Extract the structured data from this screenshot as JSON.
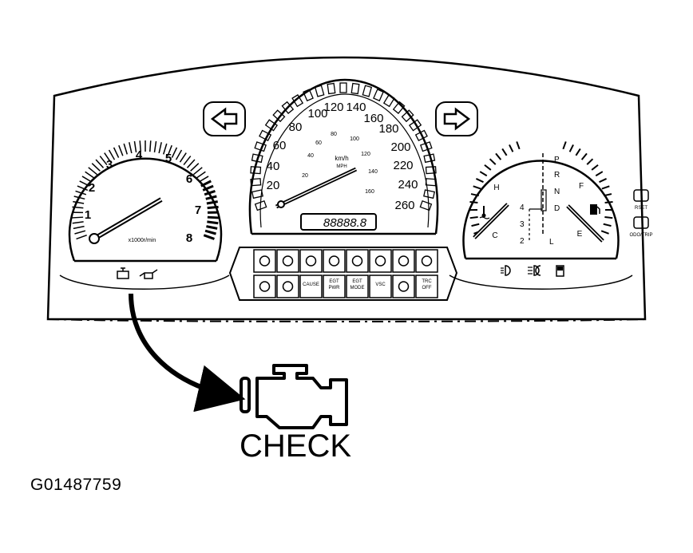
{
  "figure_id": "G01487759",
  "callout_label": "CHECK",
  "tachometer": {
    "ticks": [
      "1",
      "2",
      "3",
      "4",
      "5",
      "6",
      "7",
      "8"
    ],
    "unit": "x1000r/min"
  },
  "speedometer": {
    "outer_ticks": [
      "20",
      "40",
      "60",
      "80",
      "100",
      "120",
      "140",
      "160",
      "180",
      "200",
      "220",
      "240",
      "260"
    ],
    "inner_ticks": [
      "20",
      "40",
      "60",
      "80",
      "100",
      "120",
      "140",
      "160"
    ],
    "unit_top": "km/h",
    "unit_bottom": "MPH",
    "odometer": "88888.8"
  },
  "temp_gauge": {
    "high": "H",
    "low": "C"
  },
  "fuel_gauge": {
    "full": "F",
    "empty": "E"
  },
  "gear_indicator": {
    "right": [
      "P",
      "R",
      "N",
      "D",
      "L"
    ],
    "left": [
      "4",
      "3",
      "2"
    ]
  },
  "right_buttons": [
    "RSET",
    "ODO/TRIP"
  ],
  "warning_lights": {
    "top_row": [
      "",
      "",
      "",
      "",
      "",
      "",
      "",
      ""
    ],
    "bottom_row": [
      "",
      "",
      "CAUSE",
      "EGT PWR",
      "EGT MODE",
      "VSC",
      "",
      "TRC OFF"
    ]
  },
  "icons": [
    "turn-signal-left-icon",
    "turn-signal-right-icon",
    "check-engine-icon",
    "oil-pressure-icon",
    "headlight-icon",
    "fog-light-icon",
    "fuel-pump-icon",
    "coolant-temp-icon",
    "seatbelt-icon",
    "airbag-icon",
    "battery-icon",
    "brake-icon",
    "abs-icon",
    "slip-icon"
  ]
}
